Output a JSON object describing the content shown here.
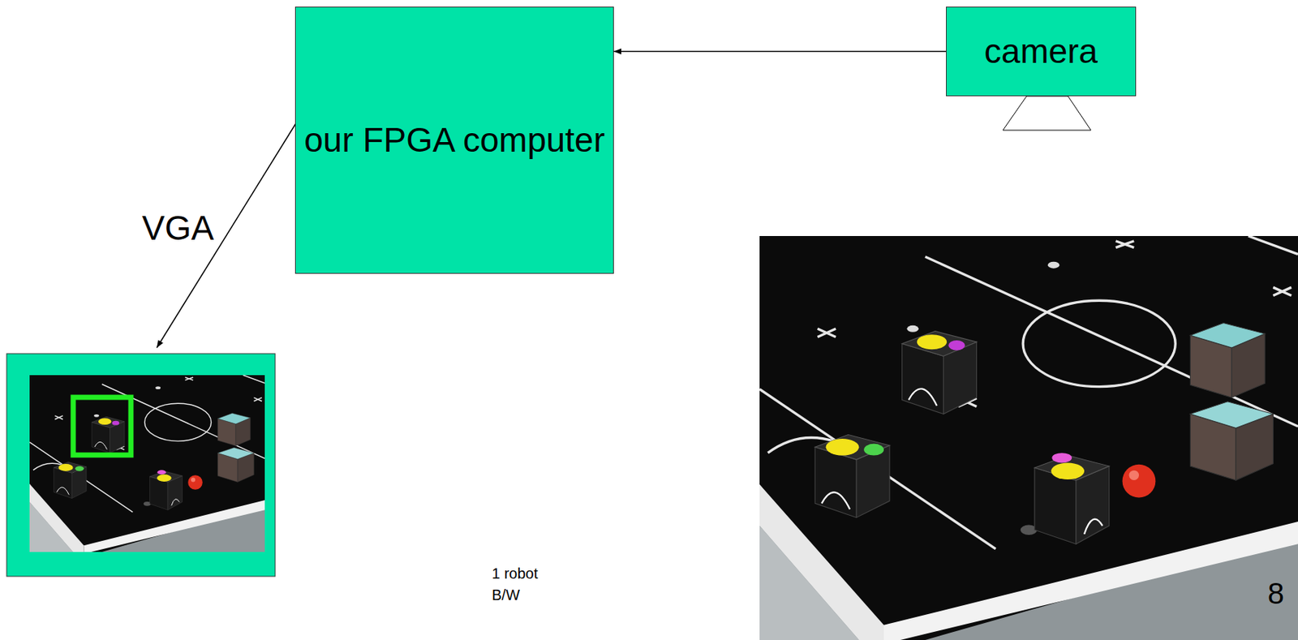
{
  "diagram": {
    "nodes": [
      {
        "text": [
          "our FPGA computer"
        ]
      },
      {
        "text": [
          "camera"
        ]
      }
    ],
    "edges": [
      {
        "from": 1,
        "to": 0,
        "arrow": "to"
      }
    ],
    "labels": [
      "VGA",
      "1 robot",
      "B/W",
      "8"
    ]
  }
}
